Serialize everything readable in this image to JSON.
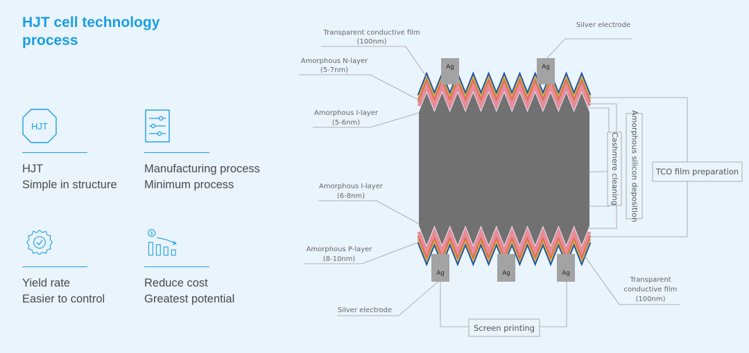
{
  "title": {
    "line1": "HJT cell technology",
    "line2": "process"
  },
  "features": [
    {
      "icon": "hjt-badge-icon",
      "icon_text": "HJT",
      "line1": "HJT",
      "line2": "Simple in structure"
    },
    {
      "icon": "process-sliders-icon",
      "line1": "Manufacturing process",
      "line2": "Minimum process"
    },
    {
      "icon": "checkmark-gear-icon",
      "line1": "Yield rate",
      "line2": "Easier to control"
    },
    {
      "icon": "cost-decline-icon",
      "icon_text": "$",
      "line1": "Reduce cost",
      "line2": "Greatest potential"
    }
  ],
  "diagram": {
    "electrode_label": "Ag",
    "left_labels": {
      "tcf_top_1": "Transparent conductive film",
      "tcf_top_2": "(100nm)",
      "n_layer_1": "Amorphous N-layer",
      "n_layer_2": "(5-7nm)",
      "i_top_1": "Amorphous I-layer",
      "i_top_2": "(5-6nm)",
      "i_bottom_1": "Amorphous I-layer",
      "i_bottom_2": "(6-8nm)",
      "p_layer_1": "Amorphous P-layer",
      "p_layer_2": "(8-10nm)",
      "silver_bottom": "Silver electrode"
    },
    "right_labels": {
      "silver_top": "Silver electrode",
      "tcf_bottom_1": "Transparent",
      "tcf_bottom_2": "conductive film",
      "tcf_bottom_3": "(100nm)"
    },
    "process_steps": {
      "cleaning": "Cashmere cleaning",
      "deposition": "Amorphous silicon deposition",
      "tco": "TCO film preparation",
      "printing": "Screen printing"
    },
    "colors": {
      "blue": "#1f4fa8",
      "yellow": "#c9b24a",
      "red": "#e26a4f",
      "pink": "#e68c9a",
      "core": "#717171",
      "electrode": "#a3a3a3"
    }
  }
}
